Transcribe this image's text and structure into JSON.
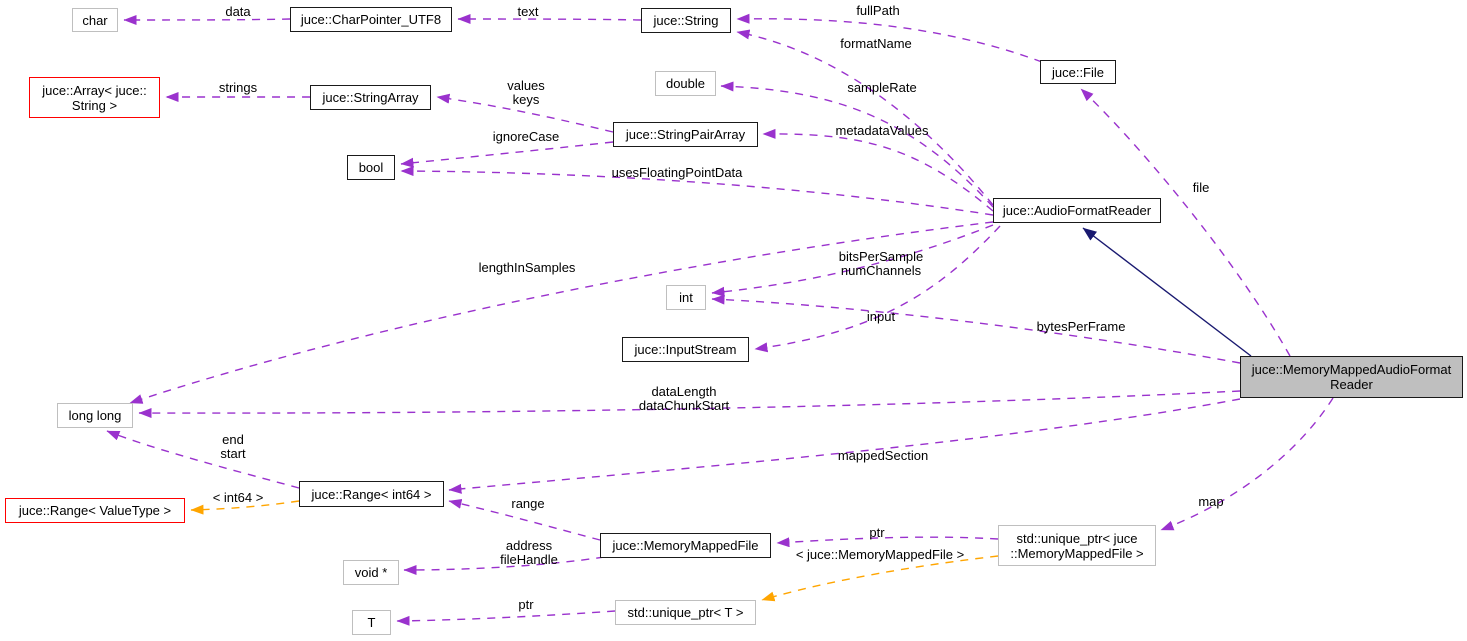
{
  "diagram": {
    "nodes": {
      "char": {
        "label": "char"
      },
      "char_pointer_utf8": {
        "label": "juce::CharPointer_UTF8"
      },
      "string": {
        "label": "juce::String"
      },
      "file": {
        "label": "juce::File"
      },
      "array_string": {
        "label": "juce::Array< juce::\nString >"
      },
      "string_array": {
        "label": "juce::StringArray"
      },
      "double": {
        "label": "double"
      },
      "string_pair_array": {
        "label": "juce::StringPairArray"
      },
      "bool": {
        "label": "bool"
      },
      "audio_format_reader": {
        "label": "juce::AudioFormatReader"
      },
      "int": {
        "label": "int"
      },
      "input_stream": {
        "label": "juce::InputStream"
      },
      "long_long": {
        "label": "long long"
      },
      "range_value_type": {
        "label": "juce::Range< ValueType >"
      },
      "range_int64": {
        "label": "juce::Range< int64 >"
      },
      "memory_mapped_file": {
        "label": "juce::MemoryMappedFile"
      },
      "unique_ptr_mmf": {
        "label": "std::unique_ptr< juce\n::MemoryMappedFile >"
      },
      "void_ptr": {
        "label": "void *"
      },
      "t": {
        "label": "T"
      },
      "unique_ptr_t": {
        "label": "std::unique_ptr< T >"
      },
      "main": {
        "label": "juce::MemoryMappedAudioFormat\nReader"
      }
    },
    "edge_labels": {
      "data": "data",
      "text": "text",
      "fullPath": "fullPath",
      "formatName": "formatName",
      "strings": "strings",
      "values_keys": "values\nkeys",
      "sampleRate": "sampleRate",
      "metadataValues": "metadataValues",
      "ignoreCase": "ignoreCase",
      "usesFloatingPointData": "usesFloatingPointData",
      "file": "file",
      "lengthInSamples": "lengthInSamples",
      "bitsPerSample_numChannels": "bitsPerSample\nnumChannels",
      "input": "input",
      "bytesPerFrame": "bytesPerFrame",
      "dataLength_dataChunkStart": "dataLength\ndataChunkStart",
      "mappedSection": "mappedSection",
      "end_start": "end\nstart",
      "int64_param": "< int64 >",
      "range": "range",
      "address_fileHandle": "address\nfileHandle",
      "ptr_mmf": "ptr",
      "mmf_param": "< juce::MemoryMappedFile >",
      "map": "map",
      "ptr_t": "ptr"
    },
    "colors": {
      "edge_collab": "#9a32cd",
      "edge_template": "#ffa500",
      "edge_inherit": "#191970",
      "node_border": "#1a1a1a",
      "primitive_border": "#bfbfbf",
      "red_border": "#ff0000",
      "main_fill": "#bfbfbf"
    }
  }
}
